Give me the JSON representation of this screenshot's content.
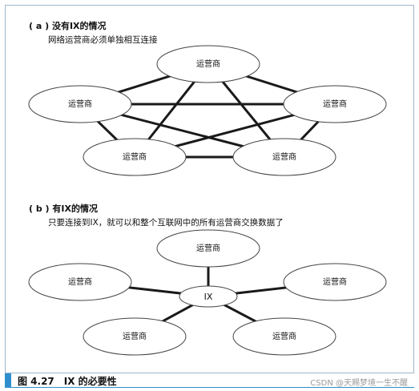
{
  "section_a": {
    "heading": "( a ) 没有IX的情况",
    "description": "网络运营商必须单独相互连接",
    "node_label": "运营商"
  },
  "section_b": {
    "heading": "( b ) 有IX的情况",
    "description": "只要连接到IX，就可以和整个互联网中的所有运营商交换数据了",
    "node_label": "运营商",
    "hub_label": "IX"
  },
  "caption": "图 4.27　IX 的必要性",
  "watermark": "CSDN @天赐梦境一生不醒",
  "colors": {
    "line": "#1a1a1a",
    "node_border": "#444444",
    "accent": "#2f8fce"
  }
}
